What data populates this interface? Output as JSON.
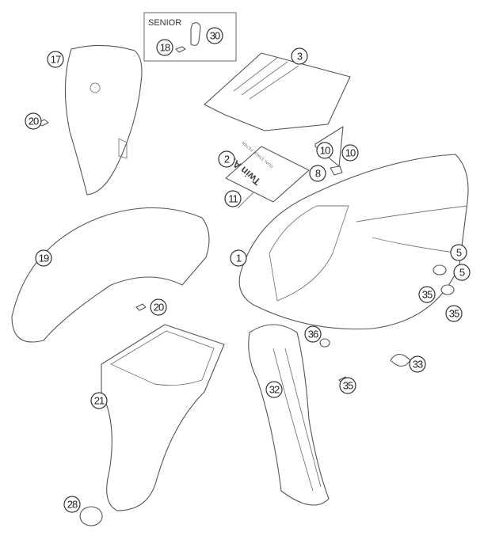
{
  "title": "Exploded parts diagram – plastic body parts",
  "inset": {
    "label": "SENIOR"
  },
  "box_text": {
    "brand": "Twin Air",
    "small": "DUAL STAGE FILTER"
  },
  "callouts": {
    "c17": "17",
    "c20a": "20",
    "c18": "18",
    "c30": "30",
    "c3": "3",
    "c2": "2",
    "c10a": "10",
    "c10b": "10",
    "c8": "8",
    "c11": "11",
    "c1": "1",
    "c19": "19",
    "c20b": "20",
    "c5a": "5",
    "c5b": "5",
    "c35a": "35",
    "c35b": "35",
    "c36": "36",
    "c35c": "35",
    "c33": "33",
    "c32": "32",
    "c21": "21",
    "c28": "28"
  }
}
